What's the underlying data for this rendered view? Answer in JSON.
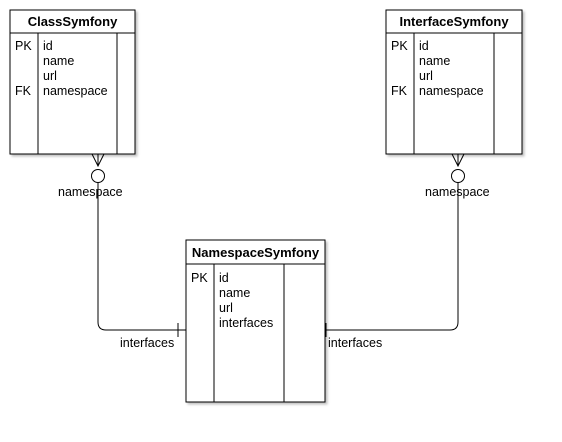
{
  "tables": [
    {
      "id": "class",
      "title": "ClassSymfony",
      "fields": [
        {
          "key": "PK",
          "name": "id"
        },
        {
          "key": "",
          "name": "name"
        },
        {
          "key": "",
          "name": "url"
        },
        {
          "key": "FK",
          "name": "namespace"
        }
      ]
    },
    {
      "id": "interface",
      "title": "InterfaceSymfony",
      "fields": [
        {
          "key": "PK",
          "name": "id"
        },
        {
          "key": "",
          "name": "name"
        },
        {
          "key": "",
          "name": "url"
        },
        {
          "key": "FK",
          "name": "namespace"
        }
      ]
    },
    {
      "id": "namespace",
      "title": "NamespaceSymfony",
      "fields": [
        {
          "key": "PK",
          "name": "id"
        },
        {
          "key": "",
          "name": "name"
        },
        {
          "key": "",
          "name": "url"
        },
        {
          "key": "",
          "name": "interfaces"
        }
      ]
    }
  ],
  "relations": [
    {
      "from_label": "namespace",
      "to_label": "interfaces"
    },
    {
      "from_label": "namespace",
      "to_label": "interfaces"
    }
  ]
}
